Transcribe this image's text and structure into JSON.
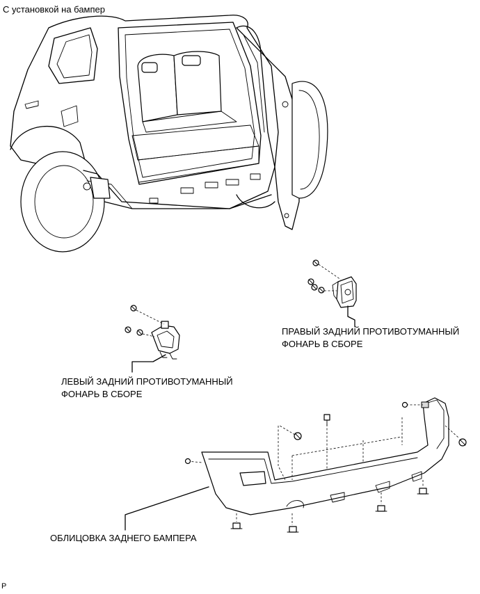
{
  "header": {
    "title": "С установкой на бампер"
  },
  "labels": {
    "right_lamp_line1": "ПРАВЫЙ ЗАДНИЙ ПРОТИВОТУМАННЫЙ",
    "right_lamp_line2": "ФОНАРЬ В СБОРЕ",
    "left_lamp_line1": "ЛЕВЫЙ ЗАДНИЙ ПРОТИВОТУМАННЫЙ",
    "left_lamp_line2": "ФОНАРЬ В СБОРЕ",
    "bumper_cover": "ОБЛИЦОВКА ЗАДНЕГО БАМПЕРА"
  },
  "footer": {
    "code": "P"
  }
}
